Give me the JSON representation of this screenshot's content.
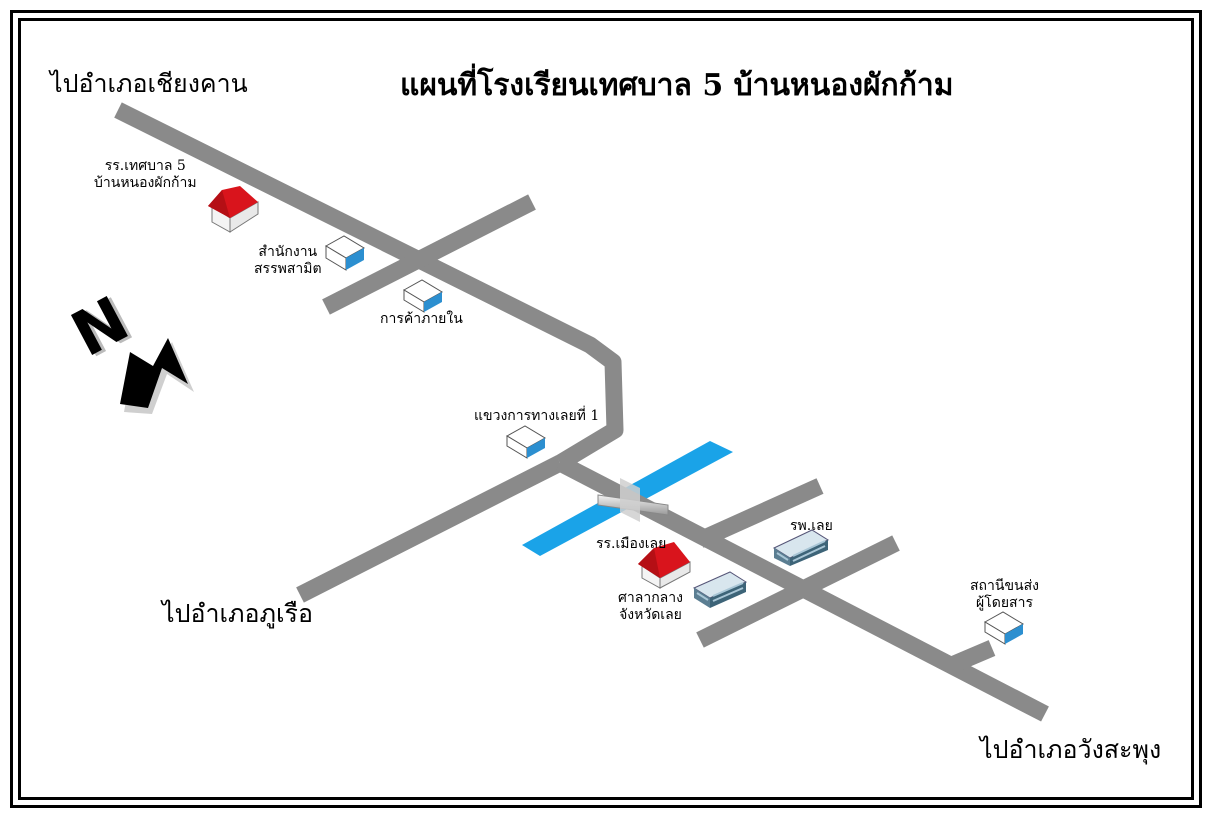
{
  "title": "แผนที่โรงเรียนเทศบาล 5 บ้านหนองผักก้าม",
  "destinations": {
    "top_left": "ไปอำเภอเชียงคาน",
    "bottom_left": "ไปอำเภอภูเรือ",
    "bottom_right": "ไปอำเภอวังสะพุง"
  },
  "landmarks": {
    "school_line1": "รร.เทศบาล 5",
    "school_line2": "บ้านหนองผักก้าม",
    "welfare_line1": "สำนักงาน",
    "welfare_line2": "สรรพสามิต",
    "commerce": "การค้าภายใน",
    "highway_office": "แขวงการทางเลยที่ 1",
    "muang_school": "รร.เมืองเลย",
    "court_line1": "ศาลากลาง",
    "court_line2": "จังหวัดเลย",
    "hospital": "รพ.เลย",
    "bus_line1": "สถานีขนส่ง",
    "bus_line2": "ผู้โดยสาร"
  },
  "compass_letter": "N",
  "colors": {
    "road": "#8a8a8a",
    "river": "#1aa3e8",
    "roof_red": "#d9141c",
    "building_blue": "#2c8fd0"
  }
}
